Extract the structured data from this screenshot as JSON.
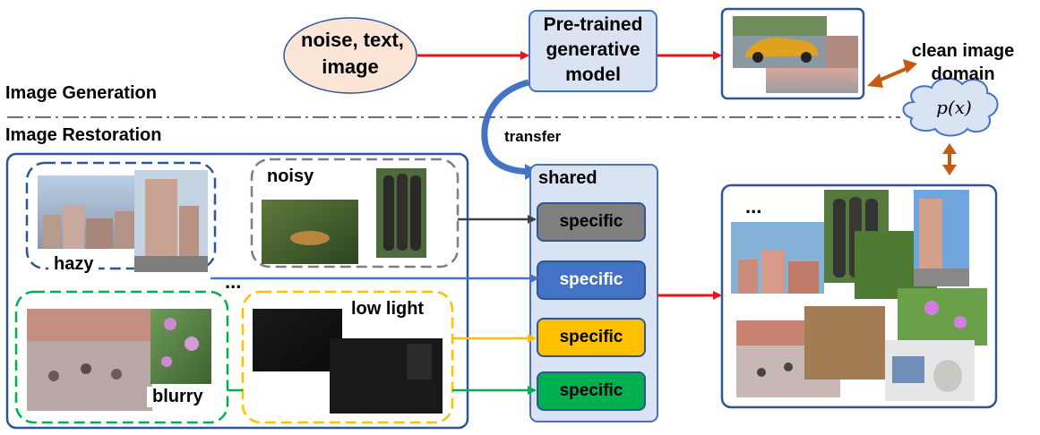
{
  "input_ellipse": {
    "lines": [
      "noise, text,",
      "image"
    ]
  },
  "pretrained_model": {
    "lines": [
      "Pre-trained",
      "generative",
      "model"
    ]
  },
  "section_labels": {
    "generation": "Image Generation",
    "restoration": "Image Restoration"
  },
  "transfer_label": "transfer",
  "shared_box": {
    "title": "shared",
    "specific_label": "specific"
  },
  "degradations": {
    "hazy": "hazy",
    "noisy": "noisy",
    "blurry": "blurry",
    "low_light": "low light"
  },
  "ellipsis": "...",
  "clean_domain": {
    "title_lines": [
      "clean image",
      "domain"
    ],
    "formula": "p(x)"
  },
  "colors": {
    "red_arrow": "#e8141b",
    "blue": "#4472c4",
    "gray": "#7f7f7f",
    "yellow": "#ffc000",
    "green": "#00b050",
    "box_fill": "#dae3f3",
    "box_border": "#2f5597",
    "ellipse_fill": "#fbe5d6",
    "orange": "#c55a11"
  }
}
